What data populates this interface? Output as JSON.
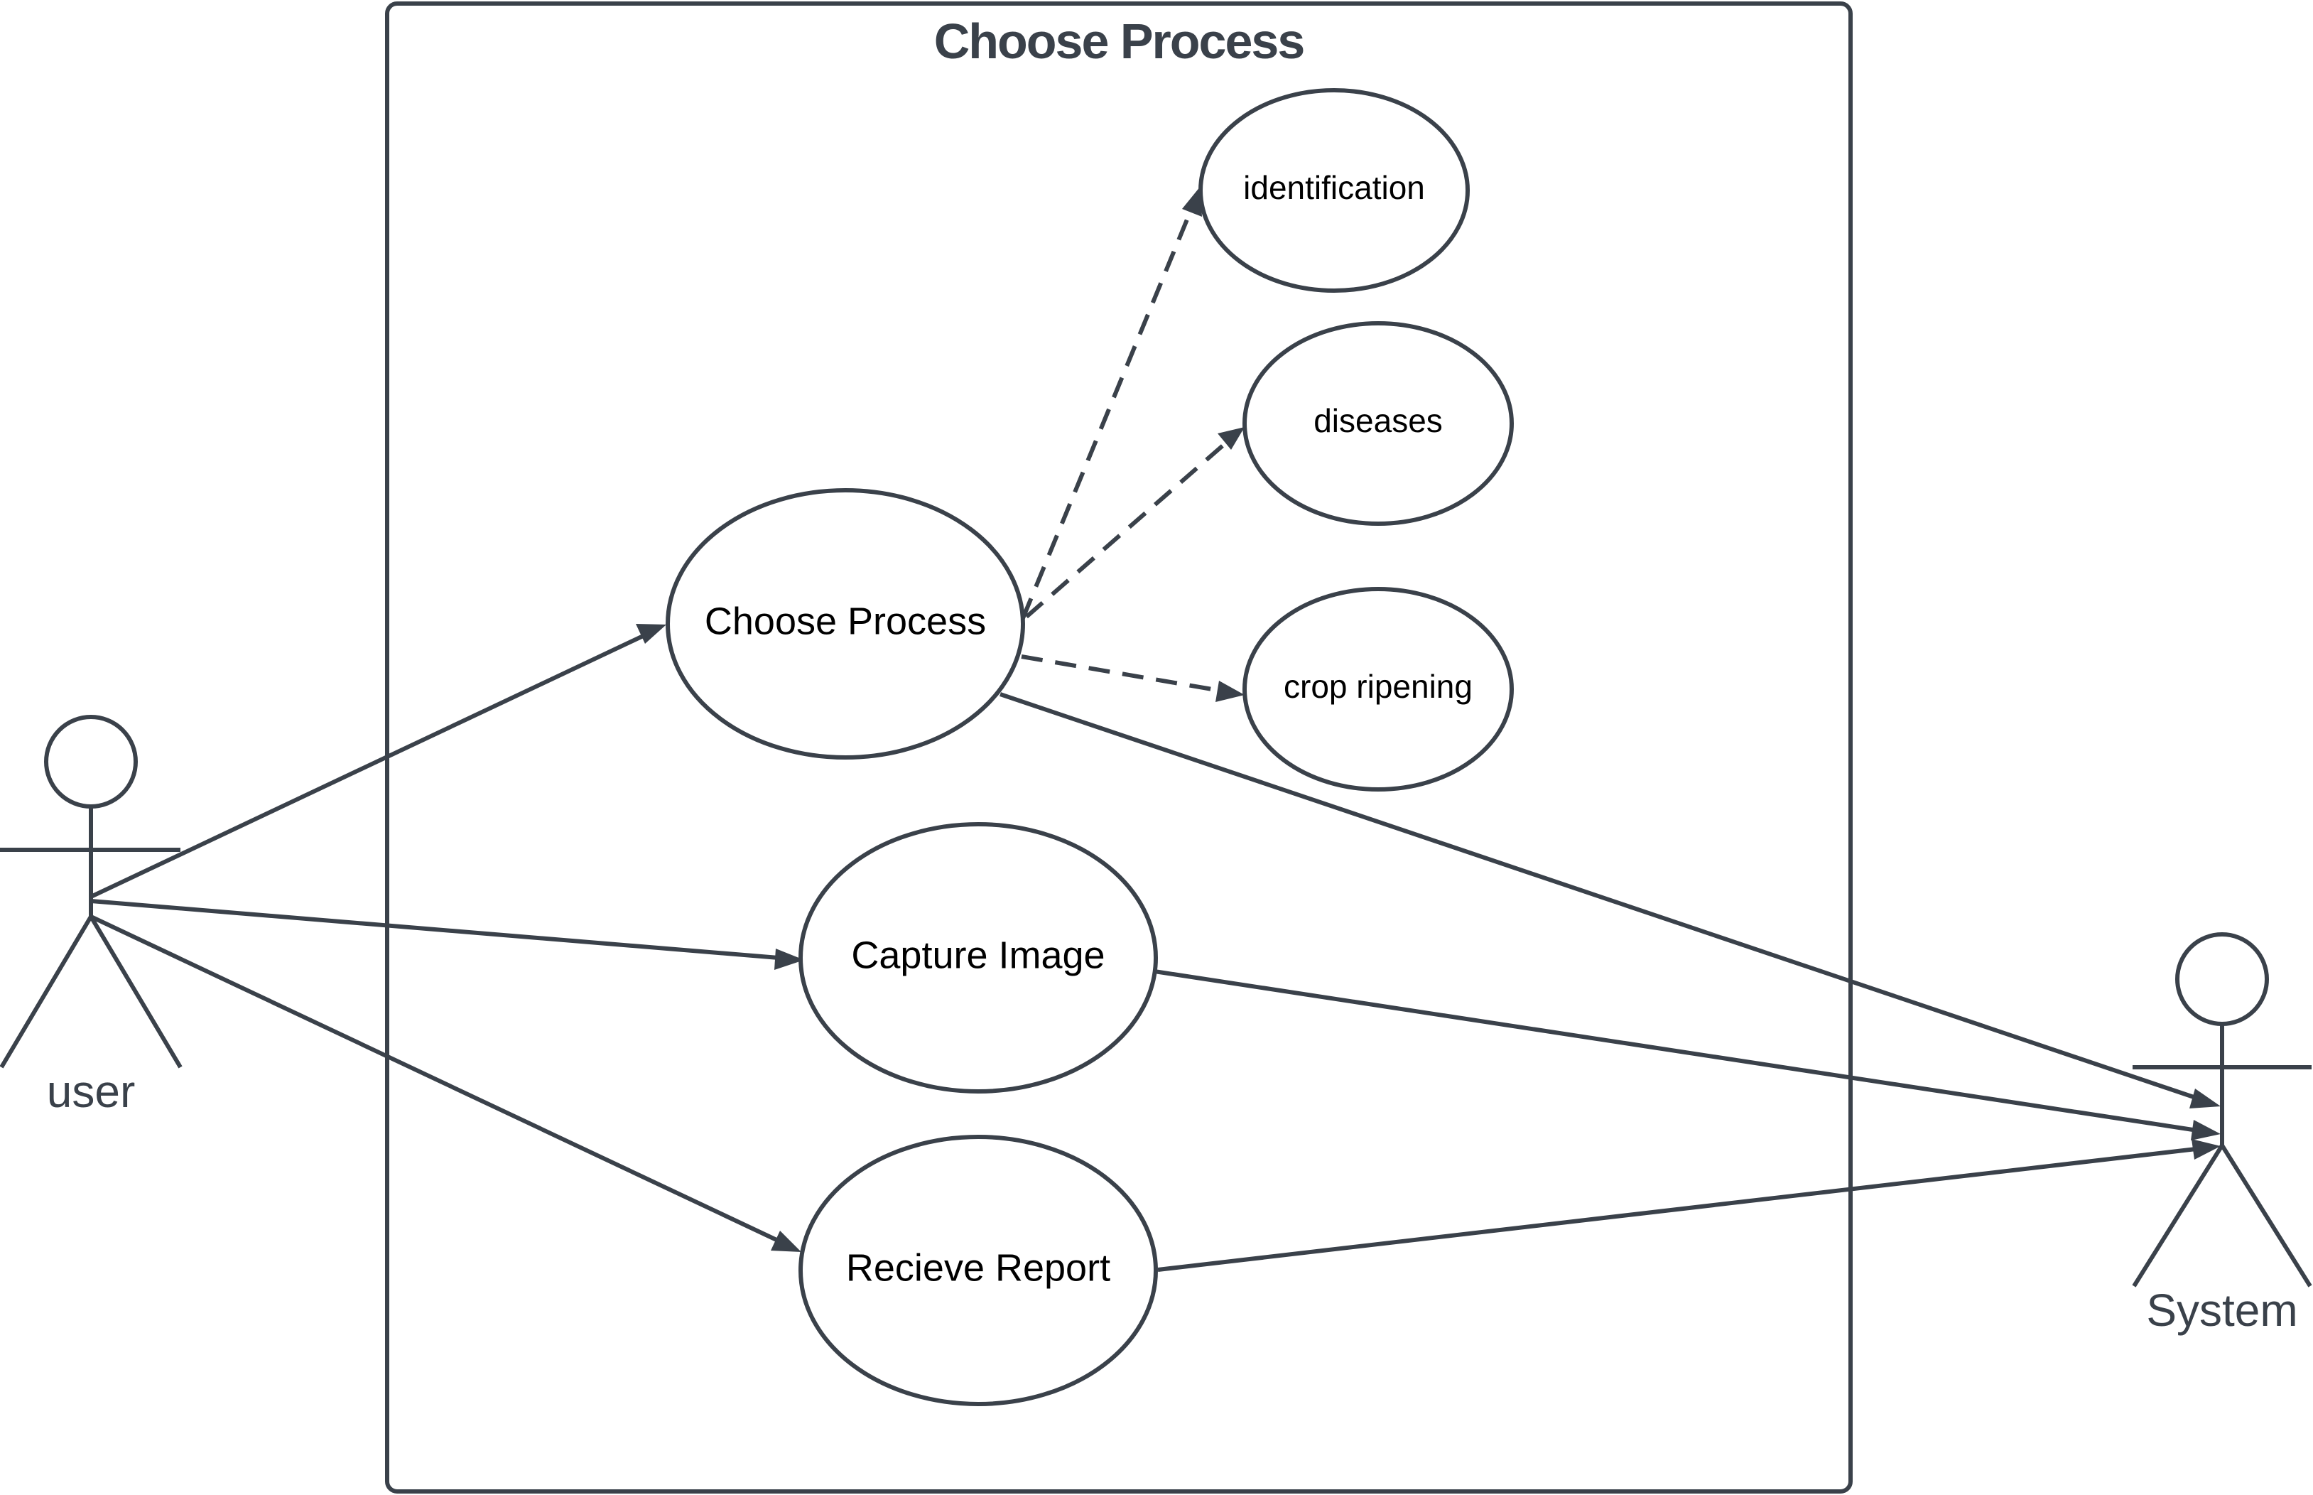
{
  "system_boundary": {
    "title": "Choose Process"
  },
  "actors": {
    "user": {
      "label": "user"
    },
    "system": {
      "label": "System"
    }
  },
  "use_cases": {
    "choose_process": "Choose Process",
    "capture_image": "Capture Image",
    "recieve_report": "Recieve Report",
    "identification": "identification",
    "diseases": "diseases",
    "crop_ripening": "crop ripening"
  },
  "colors": {
    "stroke": "#3a414a",
    "label_text": "#000000",
    "background": "#ffffff"
  }
}
